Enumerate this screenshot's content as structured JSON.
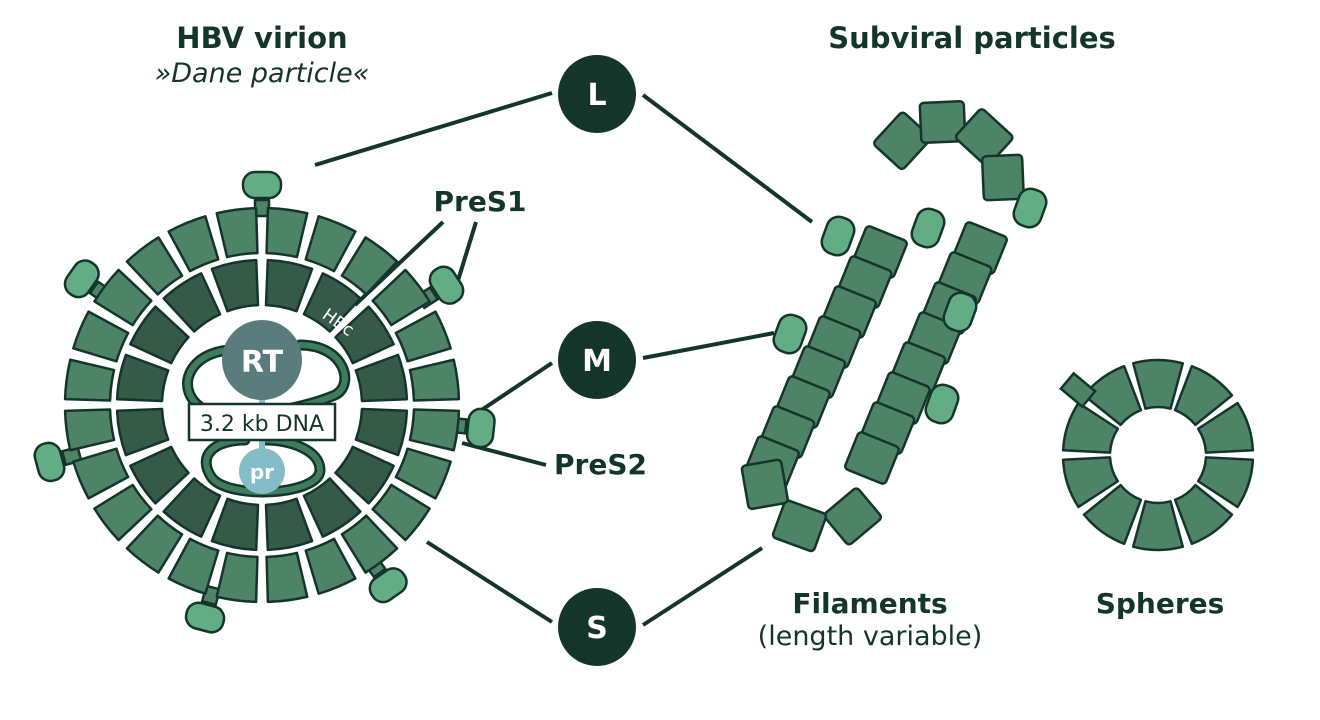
{
  "virion": {
    "title": "HBV virion",
    "subtitle": "»Dane particle«",
    "rt_label": "RT",
    "dna_label": "3.2 kb DNA",
    "pr_label": "pr",
    "hbc_label": "HBc"
  },
  "subviral": {
    "title": "Subviral particles",
    "filaments_label": "Filaments",
    "filaments_sublabel": "(length variable)",
    "spheres_label": "Spheres"
  },
  "proteins": {
    "L": "L",
    "M": "M",
    "S": "S",
    "preS1": "PreS1",
    "preS2": "PreS2"
  },
  "colors": {
    "dark": "#14362a",
    "envelope": "#4e8466",
    "capsid": "#355a48",
    "pres": "#63ad84",
    "rt": "#5a7b7c",
    "pr": "#84bcc8",
    "dna": "#3f7c5c"
  }
}
